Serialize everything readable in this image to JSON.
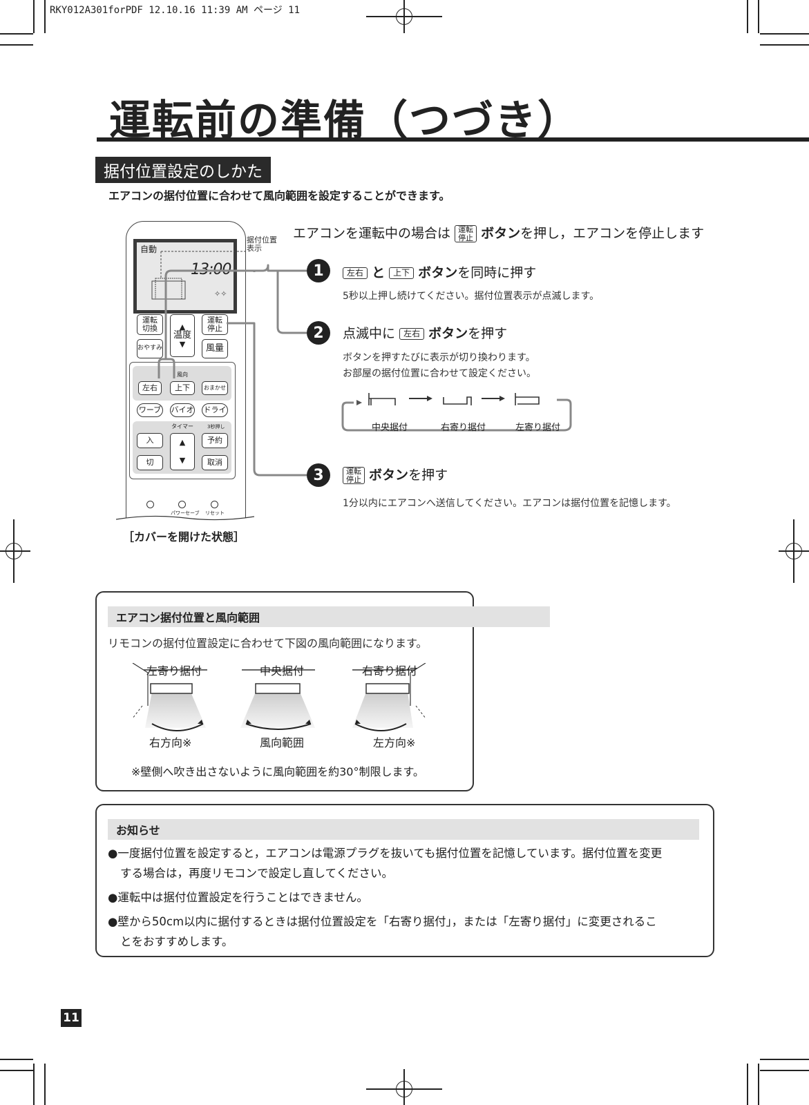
{
  "header": {
    "slug": "RKY012A301forPDF  12.10.16 11:39 AM  ページ 11"
  },
  "title": "運転前の準備（つづき）",
  "section": {
    "label": "据付位置設定のしかた",
    "intro": "エアコンの据付位置に合わせて風向範囲を設定することができます。"
  },
  "remote": {
    "lcd_mode": "自動",
    "lcd_time": "13:00",
    "display_label_line1": "据付位置",
    "display_label_line2": "表示",
    "btn_unten_kirikae_1": "運転",
    "btn_unten_kirikae_2": "切換",
    "btn_unten_teishi_1": "運転",
    "btn_unten_teishi_2": "停止",
    "btn_ondo": "温度",
    "btn_oyasumi": "おやすみ",
    "btn_furyo": "風量",
    "fuko_label": "風向",
    "btn_sayu": "左右",
    "btn_joge": "上下",
    "btn_omakase": "おまかせ",
    "btn_wave": "ワーブ",
    "btn_bio": "バイオ",
    "btn_dry": "ドライ",
    "timer_label": "タイマー",
    "hold_label": "3秒押し",
    "btn_iri": "入",
    "btn_kiri": "切",
    "btn_yoyaku": "予約",
    "btn_torikeshi": "取消",
    "bottom_label_2": "パワーセーブ",
    "bottom_label_3": "リセット",
    "caption": "［カバーを開けた状態］"
  },
  "steps": {
    "pre": {
      "text_before": "エアコンを運転中の場合は",
      "key_1": "運転",
      "key_2": "停止",
      "bold": "ボタン",
      "text_after": "を押し，エアコンを停止します"
    },
    "step1": {
      "num": "1",
      "key_a": "左右",
      "and": "と",
      "key_b": "上下",
      "bold": "ボタン",
      "text": "を同時に押す",
      "sub": "5秒以上押し続けてください。据付位置表示が点滅します。"
    },
    "step2": {
      "num": "2",
      "text_before": "点滅中に",
      "key": "左右",
      "bold": "ボタン",
      "text": "を押す",
      "sub1": "ボタンを押すたびに表示が切り換わります。",
      "sub2": "お部屋の据付位置に合わせて設定ください。",
      "positions": [
        "中央据付",
        "右寄り据付",
        "左寄り据付"
      ]
    },
    "step3": {
      "num": "3",
      "key_1": "運転",
      "key_2": "停止",
      "bold": "ボタン",
      "text": "を押す",
      "sub": "1分以内にエアコンへ送信してください。エアコンは据付位置を記憶します。"
    }
  },
  "range_box": {
    "heading": "エアコン据付位置と風向範囲",
    "lead": "リモコンの据付位置設定に合わせて下図の風向範囲になります。",
    "positions": [
      {
        "name": "左寄り据付",
        "range": "右方向※"
      },
      {
        "name": "中央据付",
        "range": "風向範囲"
      },
      {
        "name": "右寄り据付",
        "range": "左方向※"
      }
    ],
    "note": "※壁側へ吹き出さないように風向範囲を約30°制限します。"
  },
  "notice_box": {
    "heading": "お知らせ",
    "items": [
      "●一度据付位置を設定すると，エアコンは電源プラグを抜いても据付位置を記憶しています。据付位置を変更",
      "する場合は，再度リモコンで設定し直してください。",
      "●運転中は据付位置設定を行うことはできません。",
      "●壁から50cm以内に据付するときは据付位置設定を「右寄り据付」，または「左寄り据付」に変更されるこ",
      "とをおすすめします。"
    ]
  },
  "page_number": "11"
}
